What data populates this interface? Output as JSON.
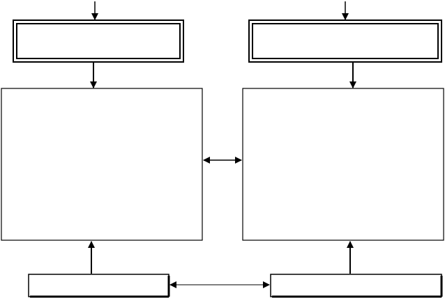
{
  "diagram": {
    "stroke_color": "#000000",
    "background_color": "#ffffff",
    "nodes": [
      {
        "id": "top-left-box",
        "label": ""
      },
      {
        "id": "top-right-box",
        "label": ""
      },
      {
        "id": "main-left-box",
        "label": ""
      },
      {
        "id": "main-right-box",
        "label": ""
      },
      {
        "id": "bottom-left-box",
        "label": ""
      },
      {
        "id": "bottom-right-box",
        "label": ""
      }
    ],
    "edges": [
      {
        "from": "external",
        "to": "top-left-box",
        "direction": "forward"
      },
      {
        "from": "external",
        "to": "top-right-box",
        "direction": "forward"
      },
      {
        "from": "top-left-box",
        "to": "main-left-box",
        "direction": "forward"
      },
      {
        "from": "top-right-box",
        "to": "main-right-box",
        "direction": "forward"
      },
      {
        "from": "main-left-box",
        "to": "main-right-box",
        "direction": "both"
      },
      {
        "from": "bottom-left-box",
        "to": "main-left-box",
        "direction": "forward"
      },
      {
        "from": "bottom-right-box",
        "to": "main-right-box",
        "direction": "forward"
      },
      {
        "from": "bottom-left-box",
        "to": "bottom-right-box",
        "direction": "both"
      }
    ]
  }
}
